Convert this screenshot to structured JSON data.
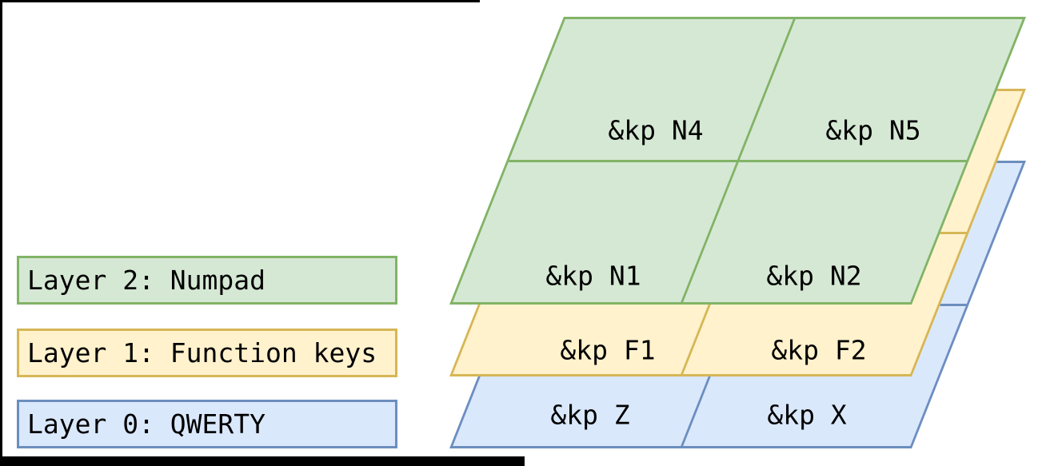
{
  "legend": [
    {
      "label": "Layer 2: Numpad",
      "fill": "#d5e8d4",
      "border": "#82b366"
    },
    {
      "label": "Layer 1: Function keys",
      "fill": "#fff2cc",
      "border": "#d6b656"
    },
    {
      "label": "Layer 0: QWERTY",
      "fill": "#dae8fc",
      "border": "#6c8ebf"
    }
  ],
  "layers": [
    {
      "name": "Numpad",
      "fill": "#d5e8d4",
      "border": "#82b366",
      "keys": {
        "top_left": "&kp N4",
        "top_right": "&kp N5",
        "bottom_left": "&kp N1",
        "bottom_right": "&kp N2"
      }
    },
    {
      "name": "Function keys",
      "fill": "#fff2cc",
      "border": "#d6b656",
      "keys": {
        "bottom_left": "&kp F1",
        "bottom_right": "&kp F2"
      }
    },
    {
      "name": "QWERTY",
      "fill": "#dae8fc",
      "border": "#6c8ebf",
      "keys": {
        "bottom_left": "&kp Z",
        "bottom_right": "&kp X"
      }
    }
  ],
  "frame_color": "#000000"
}
